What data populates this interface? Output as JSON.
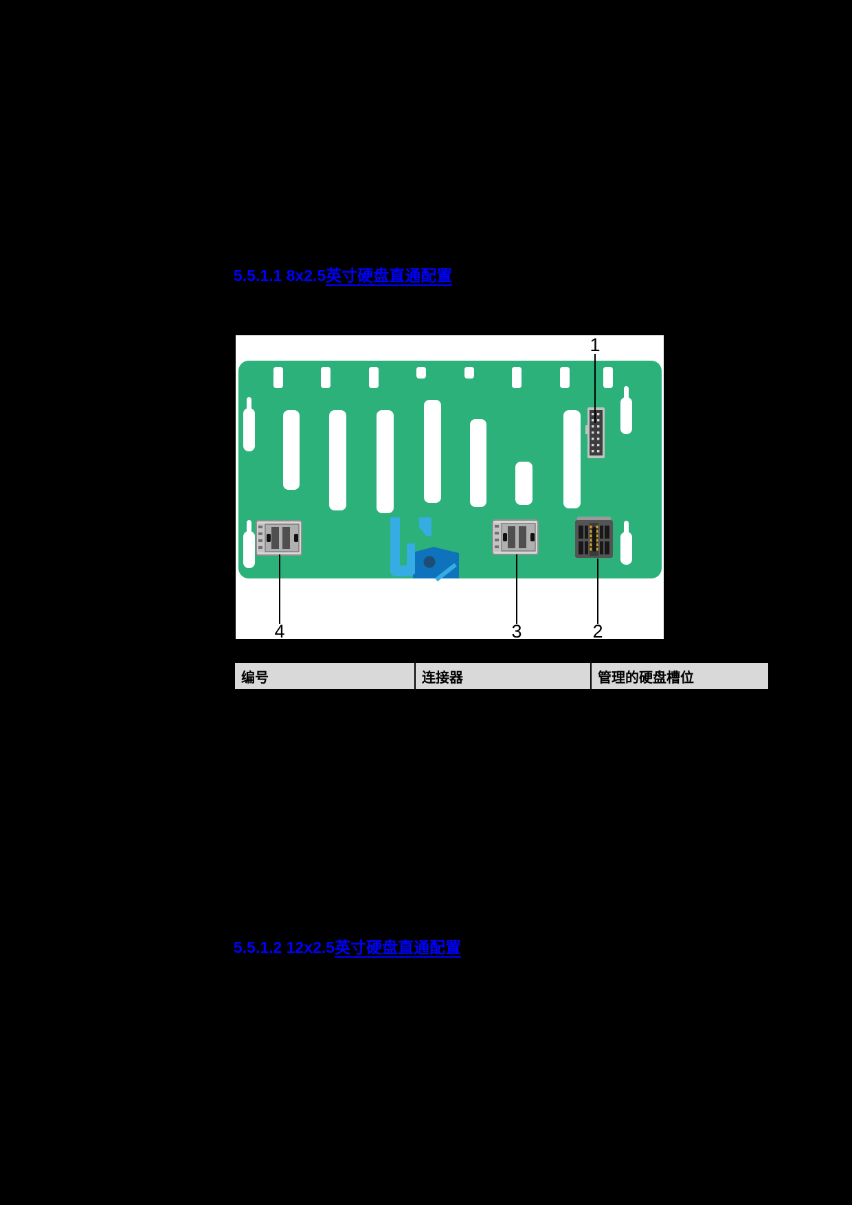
{
  "page": {
    "background": "#000000",
    "heading_color": "#0000FE"
  },
  "section_1": {
    "number": "5.5.1.1 8x2.5",
    "link_text": "英寸硬盘直通配置"
  },
  "section_2": {
    "number": "5.5.1.2 12x2.5",
    "link_text": "英寸硬盘直通配置"
  },
  "figure": {
    "board_color": "#2CB17B",
    "holder_light_blue": "#35ACE2",
    "holder_dark_blue": "#0F72BC",
    "callout_1": "1",
    "callout_2": "2",
    "callout_3": "3",
    "callout_4": "4"
  },
  "table": {
    "header_bg": "#D9D9D9",
    "headers": [
      "编号",
      "连接器",
      "管理的硬盘槽位"
    ]
  }
}
